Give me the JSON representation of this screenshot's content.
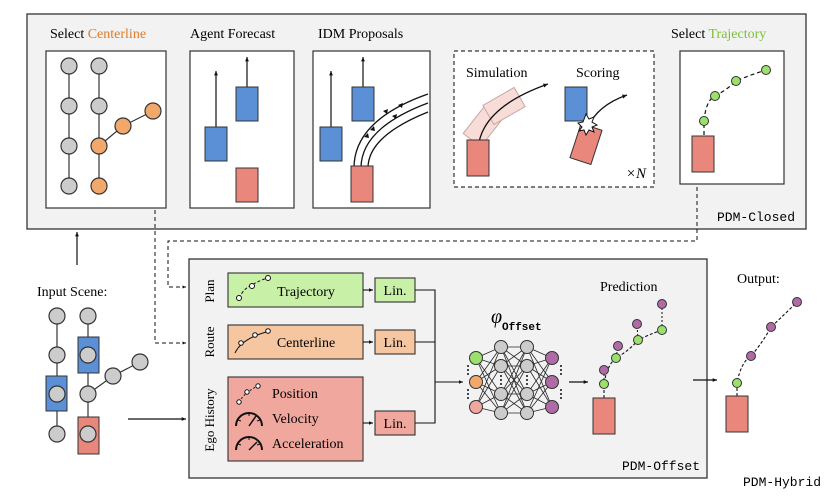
{
  "closed": {
    "tag": "PDM-Closed",
    "select_centerline": {
      "prefix": "Select ",
      "highlight": "Centerline"
    },
    "agent_forecast": "Agent Forecast",
    "idm_proposals": "IDM Proposals",
    "simulation": "Simulation",
    "scoring": "Scoring",
    "times_n": "×N",
    "select_trajectory": {
      "prefix": "Select ",
      "highlight": "Trajectory"
    }
  },
  "input_scene": "Input Scene:",
  "offset": {
    "tag": "PDM-Offset",
    "rows": {
      "plan": "Plan",
      "route": "Route",
      "ego_history": "Ego History"
    },
    "trajectory_label": "Trajectory",
    "centerline_label": "Centerline",
    "history_items": [
      "Position",
      "Velocity",
      "Acceleration"
    ],
    "lin_label": "Lin.",
    "phi": "φ",
    "phi_sub": "Offset",
    "prediction": "Prediction"
  },
  "output_label": "Output:",
  "hybrid_tag": "PDM-Hybrid",
  "colors": {
    "orange_text": "#e07b28",
    "green_text": "#7cc138",
    "blue": "#5b8fd6",
    "red": "#e9877c",
    "green_box": "#c9f0a7",
    "orange_box": "#f5c6a0",
    "red_box": "#efa79e",
    "node_gray": "#cccccc",
    "node_green": "#9be06a",
    "node_orange": "#f2a86b",
    "node_purple": "#b06aa5"
  }
}
